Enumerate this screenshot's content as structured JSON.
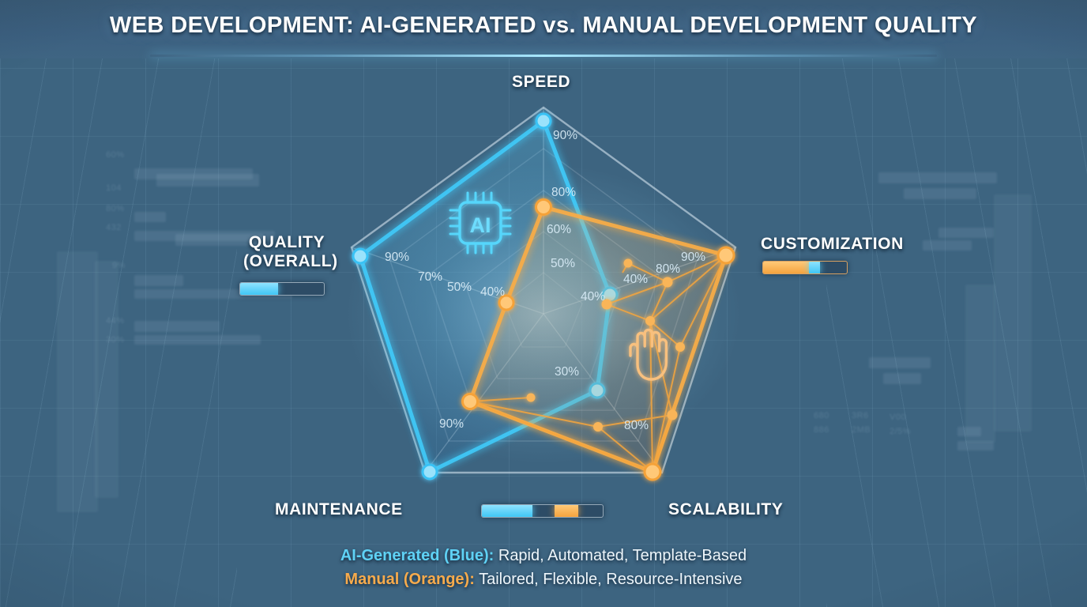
{
  "header": {
    "title": "WEB DEVELOPMENT: AI-GENERATED vs. MANUAL DEVELOPMENT QUALITY"
  },
  "icons": {
    "ai_chip": "ai-chip-icon",
    "hand": "hand-icon"
  },
  "axis_bars": {
    "quality": {
      "name": "quality-progress-bar",
      "cyan_pct": 45,
      "orange_pct": 0
    },
    "customization": {
      "name": "customization-progress-bar",
      "orange_pct": 55,
      "cyan_pct": 13
    },
    "center": {
      "name": "center-progress-bar",
      "cyan_pct": 42,
      "gap_pct": 18,
      "orange_pct": 20
    }
  },
  "legend": {
    "rows": [
      {
        "key": "AI-Generated (Blue):",
        "text": " Rapid, Automated, Template-Based",
        "color": "#5fd2f5"
      },
      {
        "key": "Manual (Orange):",
        "text": " Tailored, Flexible, Resource-Intensive",
        "color": "#f7ab4c"
      }
    ]
  },
  "chart_data": {
    "type": "radar",
    "title": "WEB DEVELOPMENT: AI-GENERATED vs. MANUAL DEVELOPMENT QUALITY",
    "categories": [
      "SPEED",
      "CUSTOMIZATION",
      "SCALABILITY",
      "MAINTENANCE",
      "QUALITY (OVERALL)"
    ],
    "max": 100,
    "grid": true,
    "legend_position": "bottom",
    "series": [
      {
        "name": "AI-Generated (Blue)",
        "color": "#35c3f5",
        "values": [
          90,
          40,
          30,
          90,
          90
        ],
        "point_labels": [
          "90%",
          "40%",
          "30%",
          "90%",
          "90%"
        ]
      },
      {
        "name": "Manual (Orange)",
        "color": "#f6a93c",
        "values": [
          80,
          90,
          80,
          60,
          40
        ],
        "point_labels": [
          "80%",
          "90%",
          "80%",
          "60%",
          "40%"
        ]
      }
    ],
    "ring_labels": [
      "90%",
      "70%",
      "50%",
      "40%"
    ],
    "annotations": [
      "90%",
      "80%",
      "60%",
      "50%",
      "40%",
      "40%",
      "30%",
      "80%",
      "90%",
      "90%",
      "40%",
      "80%"
    ]
  }
}
